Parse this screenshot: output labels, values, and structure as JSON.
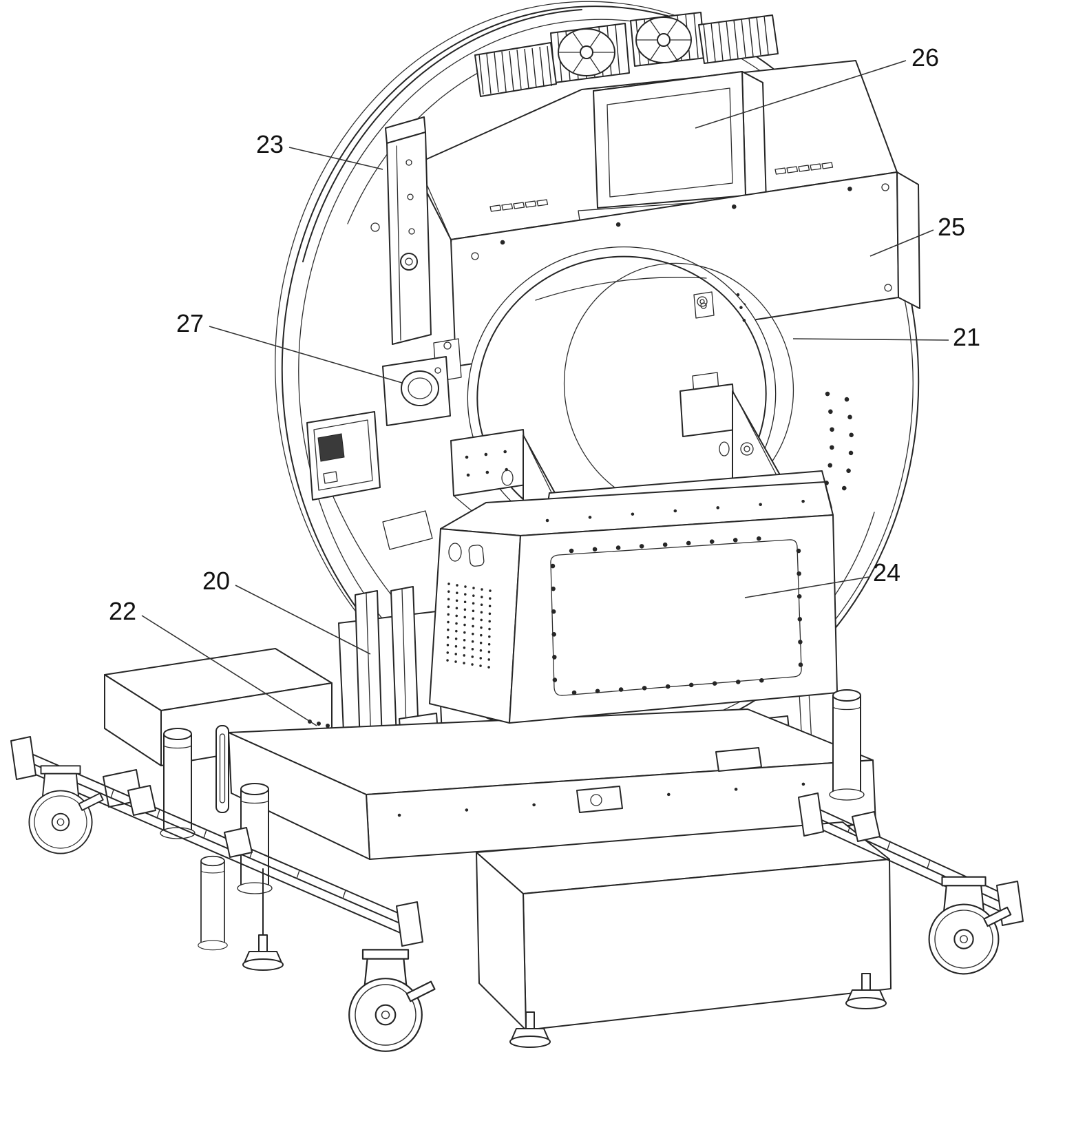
{
  "figure": {
    "type": "patent-technical-drawing",
    "background_color": "#ffffff",
    "line_color": "#262626",
    "label_color": "#111111",
    "callouts": [
      {
        "label": "20"
      },
      {
        "label": "21"
      },
      {
        "label": "22"
      },
      {
        "label": "23"
      },
      {
        "label": "24"
      },
      {
        "label": "25"
      },
      {
        "label": "26"
      },
      {
        "label": "27"
      }
    ]
  }
}
